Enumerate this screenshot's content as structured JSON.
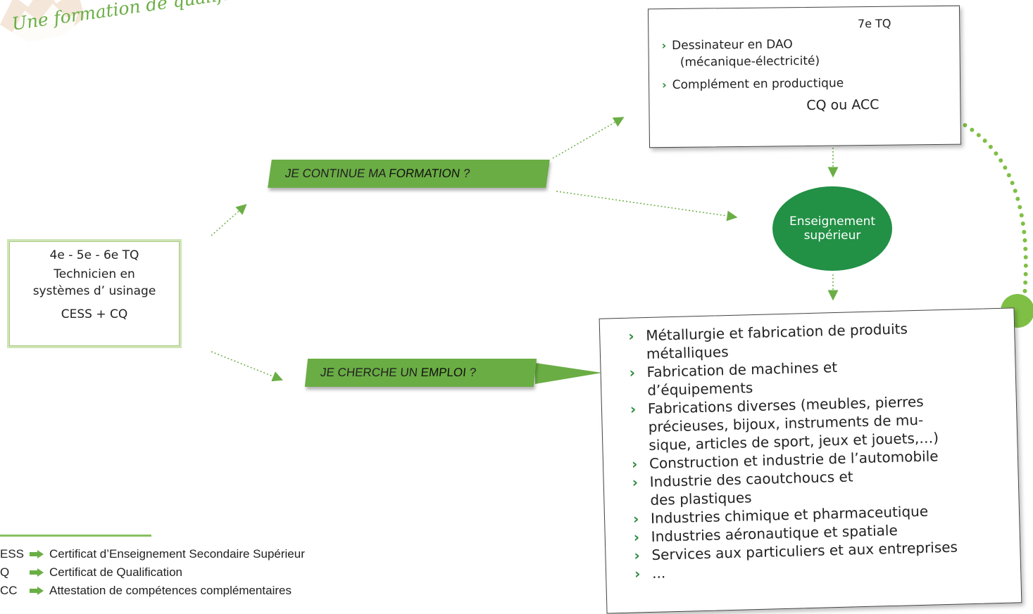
{
  "title": "Une formation de qualification technique",
  "left_box": {
    "years": "4e - 5e - 6e TQ",
    "line1": "Technicien en",
    "line2": "systèmes d’ usinage",
    "cert": "CESS + CQ"
  },
  "banner_continue": {
    "prefix": "JE CONTINUE MA ",
    "highlight": "FORMATION",
    "suffix": " ?"
  },
  "banner_job": {
    "prefix": "JE CHERCHE UN ",
    "highlight": "EMPLOI",
    "suffix": " ?"
  },
  "top_box": {
    "header": "7e TQ",
    "items": [
      {
        "line1": "Dessinateur en DAO",
        "line2": "(mécanique-électricité)"
      },
      {
        "line1": "Complément en productique",
        "line2": ""
      }
    ],
    "cert": "CQ ou ACC"
  },
  "higher_ed": {
    "line1": "Enseignement",
    "line2": "supérieur"
  },
  "sectors": [
    [
      "Métallurgie et fabrication de produits",
      "métalliques"
    ],
    [
      "Fabrication de machines et",
      "d’équipements"
    ],
    [
      "Fabrications diverses (meubles, pierres",
      "précieuses, bijoux, instruments de mu-",
      "sique, articles de sport, jeux et jouets,…)"
    ],
    [
      "Construction et industrie de l’automobile"
    ],
    [
      "Industrie des caoutchoucs et",
      "des plastiques"
    ],
    [
      "Industries chimique et pharmaceutique"
    ],
    [
      "Industries aéronautique et spatiale"
    ],
    [
      "Services aux particuliers et aux entreprises"
    ],
    [
      "..."
    ]
  ],
  "legend": [
    {
      "abbr": "ESS",
      "text": "Certificat d’Enseignement Secondaire Supérieur"
    },
    {
      "abbr": "Q",
      "text": "Certificat de Qualification"
    },
    {
      "abbr": "CC",
      "text": "Attestation de compétences complémentaires"
    }
  ],
  "colors": {
    "green_light": "#6aad44",
    "green_dark": "#229045",
    "arrow": "#6aae45"
  }
}
